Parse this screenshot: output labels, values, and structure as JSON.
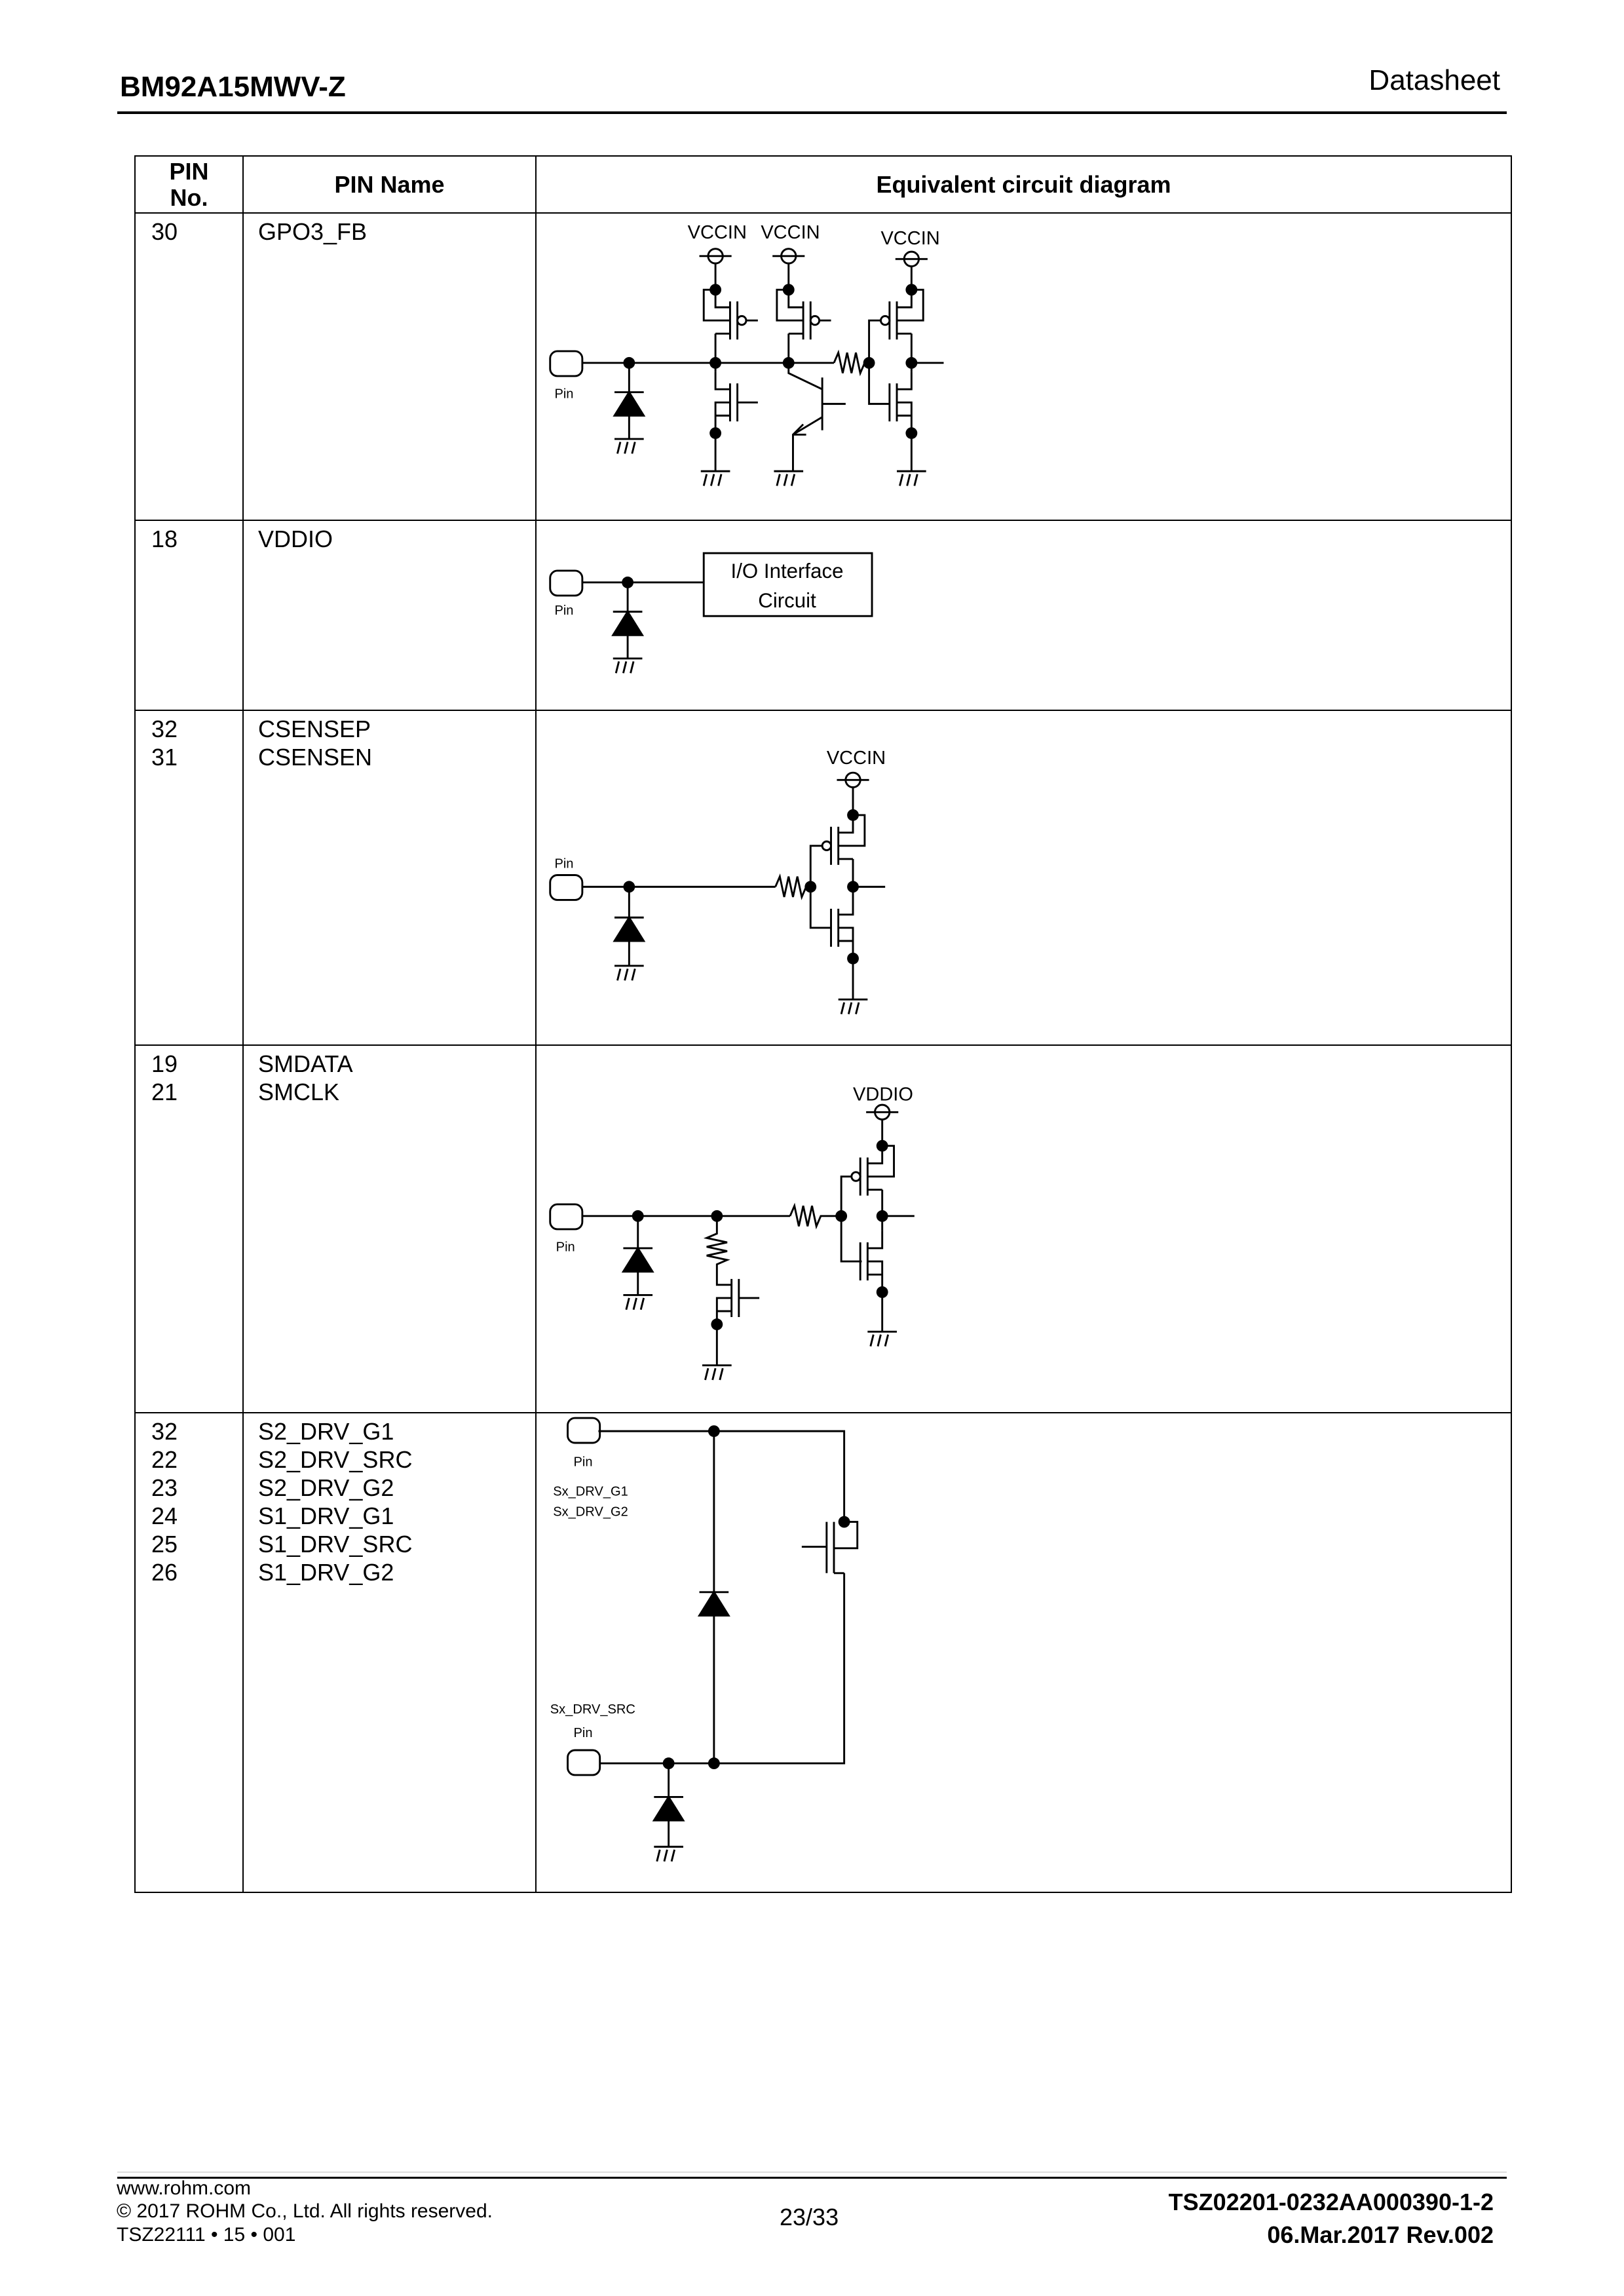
{
  "header": {
    "title": "BM92A15MWV-Z",
    "doc_type": "Datasheet"
  },
  "table": {
    "headers": {
      "pin_no_1": "PIN",
      "pin_no_2": "No.",
      "pin_name": "PIN Name",
      "circuit": "Equivalent circuit diagram"
    },
    "rows": [
      {
        "pins": [
          "30"
        ],
        "names": [
          "GPO3_FB"
        ],
        "labels": {
          "vcc1": "VCCIN",
          "vcc2": "VCCIN",
          "vcc3": "VCCIN",
          "pin": "Pin"
        }
      },
      {
        "pins": [
          "18"
        ],
        "names": [
          "VDDIO"
        ],
        "labels": {
          "pin": "Pin",
          "box_1": "I/O Interface",
          "box_2": "Circuit"
        }
      },
      {
        "pins": [
          "32",
          "31"
        ],
        "names": [
          "CSENSEP",
          "CSENSEN"
        ],
        "labels": {
          "vcc": "VCCIN",
          "pin": "Pin"
        }
      },
      {
        "pins": [
          "19",
          "21"
        ],
        "names": [
          "SMDATA",
          "SMCLK"
        ],
        "labels": {
          "vcc": "VDDIO",
          "pin": "Pin"
        }
      },
      {
        "pins": [
          "32",
          "22",
          "23",
          "24",
          "25",
          "26"
        ],
        "names": [
          "S2_DRV_G1",
          "S2_DRV_SRC",
          "S2_DRV_G2",
          "S1_DRV_G1",
          "S1_DRV_SRC",
          "S1_DRV_G2"
        ],
        "labels": {
          "pin_top": "Pin",
          "g1": "Sx_DRV_G1",
          "g2": "Sx_DRV_G2",
          "src": "Sx_DRV_SRC",
          "pin_bottom": "Pin"
        }
      }
    ]
  },
  "footer": {
    "url": "www.rohm.com",
    "copyright": "© 2017 ROHM Co., Ltd. All rights reserved.",
    "form_code": "TSZ22111 • 15 • 001",
    "page": "23/33",
    "doc_number": "TSZ02201-0232AA000390-1-2",
    "date_rev": "06.Mar.2017 Rev.002"
  }
}
